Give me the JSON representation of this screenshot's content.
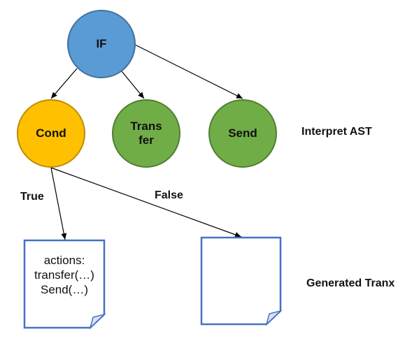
{
  "diagram": {
    "nodes": {
      "if": {
        "label": "IF",
        "color": "#5b9bd5"
      },
      "cond": {
        "label": "Cond",
        "color": "#ffc000"
      },
      "transfer": {
        "label": "Trans\nfer",
        "color": "#70ad47"
      },
      "send": {
        "label": "Send",
        "color": "#70ad47"
      }
    },
    "edges": [
      {
        "from": "IF",
        "to": "Cond"
      },
      {
        "from": "IF",
        "to": "Transfer"
      },
      {
        "from": "IF",
        "to": "Send"
      },
      {
        "from": "Cond",
        "to": "true-document",
        "label": "True"
      },
      {
        "from": "Cond",
        "to": "false-document",
        "label": "False"
      }
    ],
    "edge_labels": {
      "true": "True",
      "false": "False"
    },
    "annotations": {
      "interpret": "Interpret AST",
      "generated": "Generated Tranx"
    },
    "documents": {
      "true_doc": {
        "lines": [
          "actions:",
          "transfer(…)",
          "Send(…)"
        ]
      },
      "false_doc": {
        "lines": []
      }
    },
    "colors": {
      "document_border": "#4472c4",
      "arrow": "#000000"
    }
  }
}
